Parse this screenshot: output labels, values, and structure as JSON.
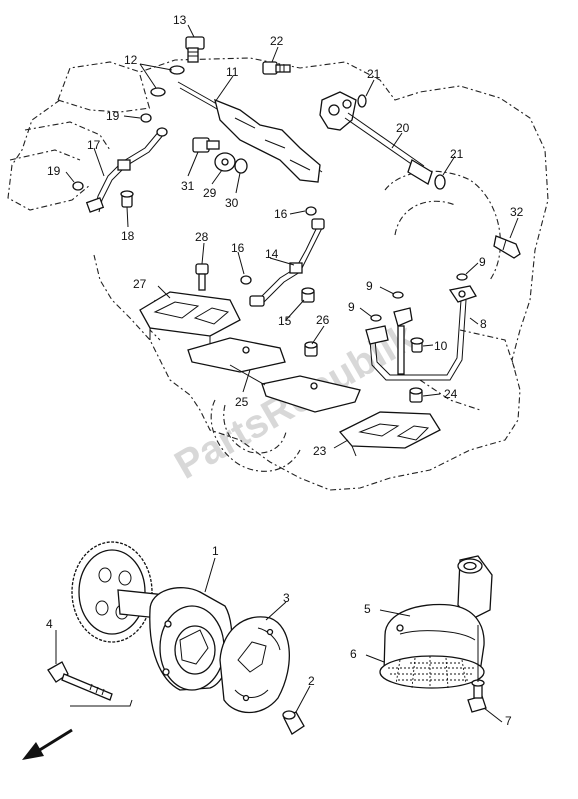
{
  "watermark": "PartsRepublik",
  "callouts": {
    "c1": "1",
    "c2": "2",
    "c3": "3",
    "c4": "4",
    "c5": "5",
    "c6": "6",
    "c7": "7",
    "c8": "8",
    "c9a": "9",
    "c9b": "9",
    "c9c": "9",
    "c10": "10",
    "c11": "11",
    "c12": "12",
    "c13": "13",
    "c14": "14",
    "c15": "15",
    "c16a": "16",
    "c16b": "16",
    "c17": "17",
    "c18": "18",
    "c19a": "19",
    "c19b": "19",
    "c20": "20",
    "c21a": "21",
    "c21b": "21",
    "c22": "22",
    "c23": "23",
    "c24": "24",
    "c25": "25",
    "c26": "26",
    "c27": "27",
    "c28": "28",
    "c29": "29",
    "c30": "30",
    "c31": "31",
    "c32": "32"
  },
  "colors": {
    "ink": "#111111",
    "watermark": "#d8d8d8",
    "background": "#ffffff"
  },
  "icons": {
    "direction": "front-arrow-icon"
  }
}
